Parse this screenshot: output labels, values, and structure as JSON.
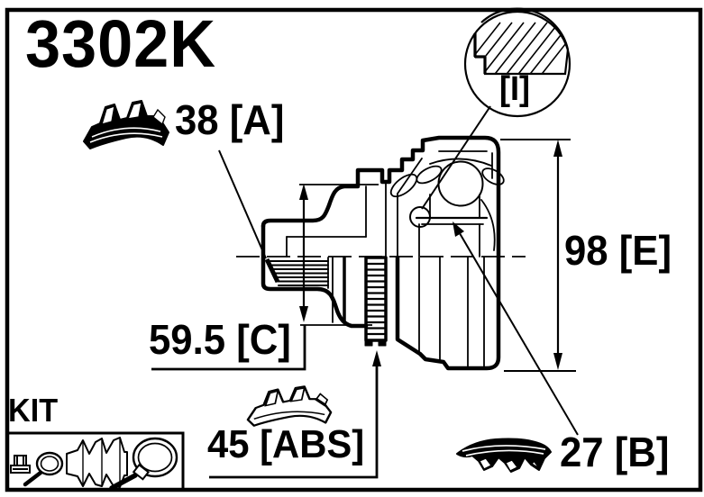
{
  "title": "3302K",
  "labels": {
    "spline_count_a": "38 [A]",
    "detail_view": "[I]",
    "height_e": "98 [E]",
    "length_c": "59.5 [C]",
    "abs_ring": "45 [ABS]",
    "spline_count_b": "27 [B]",
    "kit": "KIT"
  },
  "icons": [
    "spline-teeth-icon-a",
    "spline-teeth-icon-abs",
    "spline-teeth-icon-b",
    "detail-circle-icon",
    "nut-icon",
    "small-clamp-icon",
    "cv-boot-icon",
    "large-clamp-icon"
  ],
  "colors": {
    "line": "#000000",
    "background": "#ffffff"
  }
}
